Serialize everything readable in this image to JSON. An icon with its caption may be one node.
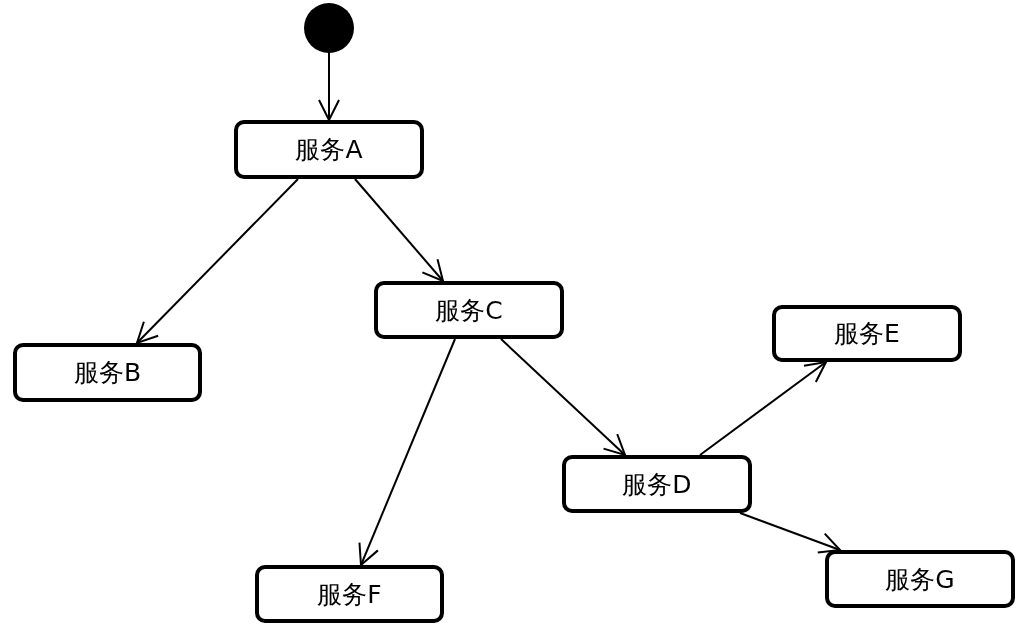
{
  "diagram": {
    "nodes": [
      {
        "text": [],
        "shape": "circle"
      },
      {
        "text": [
          "服务A"
        ]
      },
      {
        "text": [
          "服务C"
        ]
      },
      {
        "text": [
          "服务E"
        ]
      },
      {
        "text": [
          "服务B"
        ]
      },
      {
        "text": [
          "服务D"
        ]
      },
      {
        "text": [
          "服务G"
        ]
      },
      {
        "text": [
          "服务F"
        ]
      }
    ],
    "edges": [
      {
        "from": 0,
        "to": 1,
        "arrow": "to"
      },
      {
        "from": 1,
        "to": 4,
        "arrow": "to"
      },
      {
        "from": 1,
        "to": 2,
        "arrow": "to"
      },
      {
        "from": 2,
        "to": 7,
        "arrow": "to"
      },
      {
        "from": 2,
        "to": 5,
        "arrow": "to"
      },
      {
        "from": 5,
        "to": 3,
        "arrow": "to"
      },
      {
        "from": 5,
        "to": 6,
        "arrow": "to"
      }
    ]
  }
}
